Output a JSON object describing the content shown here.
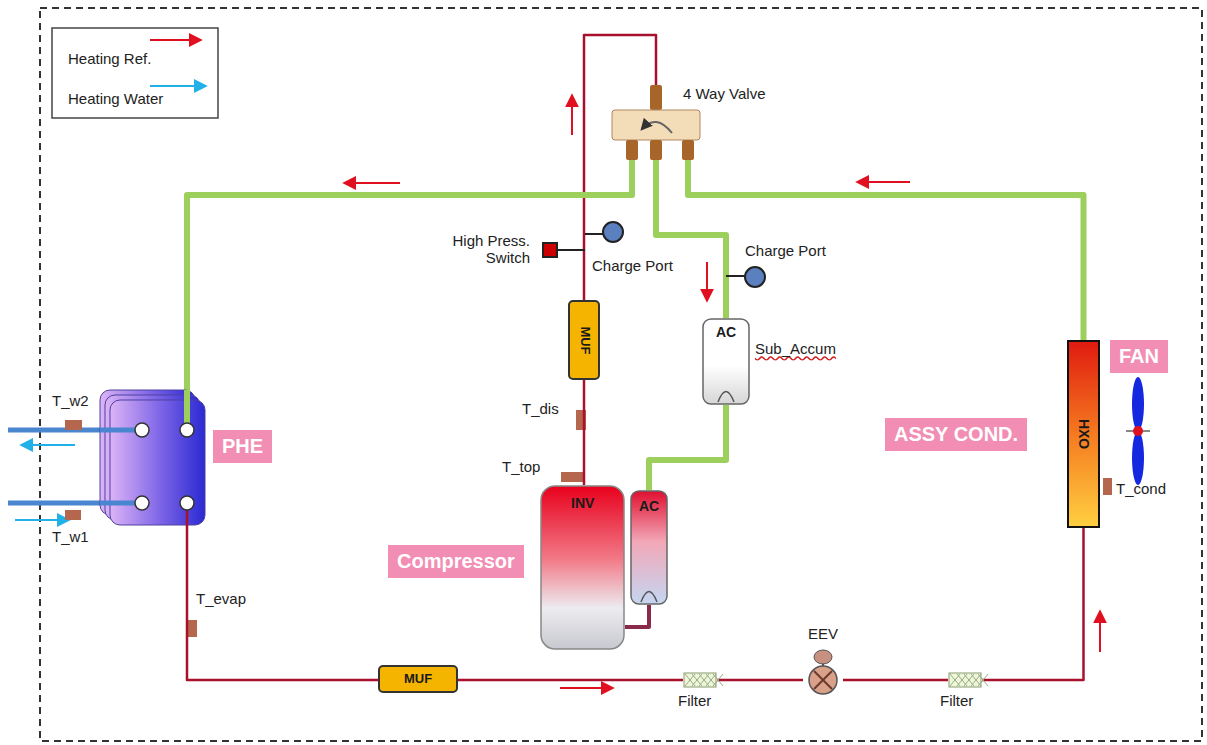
{
  "diagram": {
    "nodes": [
      {
        "text": [
          "4 Way Valve"
        ]
      },
      {
        "text": [
          "PHE"
        ]
      },
      {
        "text": [
          "MUF"
        ]
      },
      {
        "text": [
          "AC",
          "Sub_Accum"
        ]
      },
      {
        "text": [
          "INV",
          "Compressor"
        ]
      },
      {
        "text": [
          "AC"
        ]
      },
      {
        "text": [
          "HXO",
          "ASSY COND."
        ]
      },
      {
        "text": [
          "MUF"
        ]
      },
      {
        "text": [
          "Filter"
        ]
      },
      {
        "text": [
          "EEV"
        ]
      },
      {
        "text": [
          "Filter"
        ]
      }
    ],
    "edges": [
      {
        "from": 4,
        "to": 2,
        "arrow": "none"
      },
      {
        "from": 2,
        "to": 0,
        "arrow": "none"
      },
      {
        "from": 0,
        "to": 1,
        "arrow": "none"
      },
      {
        "from": 0,
        "to": 3,
        "arrow": "none"
      },
      {
        "from": 3,
        "to": 5,
        "arrow": "none"
      },
      {
        "from": 5,
        "to": 4,
        "arrow": "none"
      },
      {
        "from": 1,
        "to": 7,
        "arrow": "none"
      },
      {
        "from": 7,
        "to": 8,
        "arrow": "none"
      },
      {
        "from": 8,
        "to": 9,
        "arrow": "none"
      },
      {
        "from": 9,
        "to": 10,
        "arrow": "none"
      },
      {
        "from": 10,
        "to": 6,
        "arrow": "none"
      },
      {
        "from": 6,
        "to": 0,
        "arrow": "none"
      }
    ],
    "labels": [
      "High Press. Switch",
      "Charge Port",
      "Charge Port",
      "T_w2",
      "T_w1",
      "T_evap",
      "T_dis",
      "T_top",
      "T_cond",
      "FAN"
    ],
    "legend": [
      {
        "text": "Heating Ref."
      },
      {
        "text": "Heating Water"
      }
    ]
  }
}
